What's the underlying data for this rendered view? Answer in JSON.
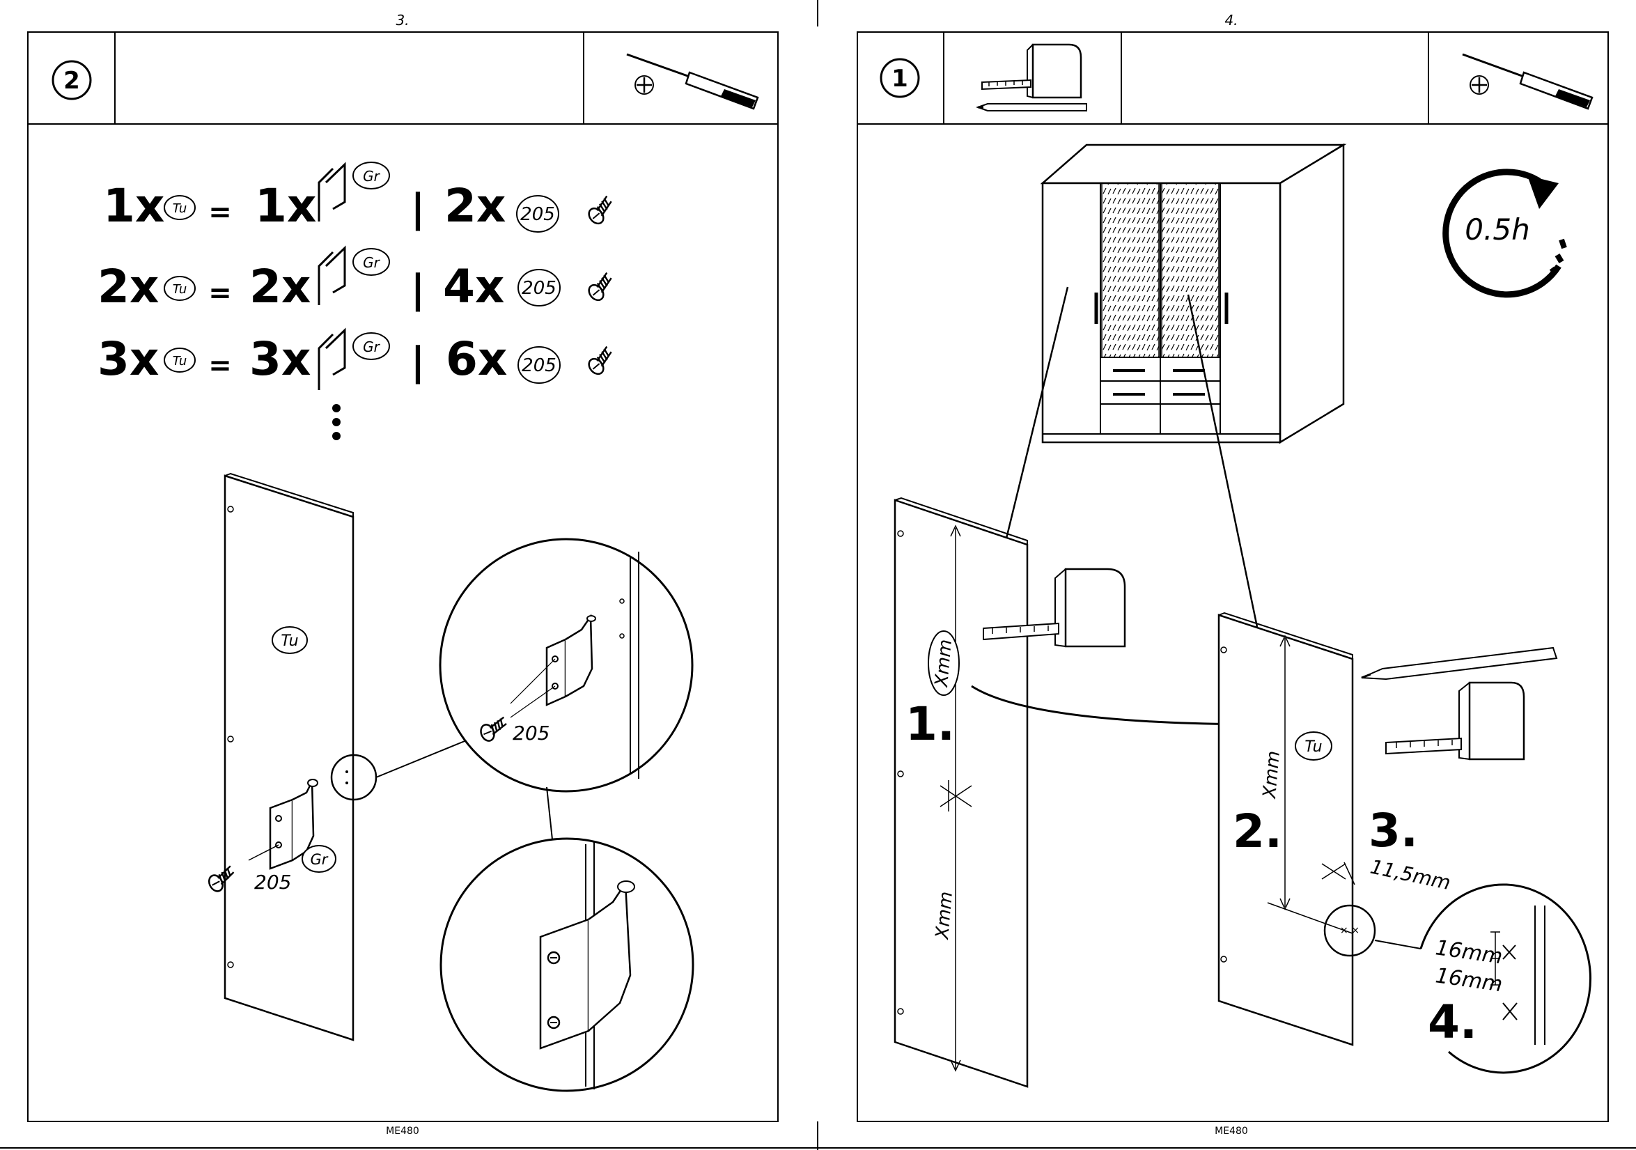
{
  "left_page": {
    "page_number": "3.",
    "step_number": "2",
    "footer_code": "ME480",
    "quantity_rows": [
      {
        "left_qty": "1x",
        "left_part": "Tu",
        "eq": "=",
        "right_qty": "1x",
        "right_part": "Gr",
        "sep": "|",
        "screw_qty": "2x",
        "screw_code": "205"
      },
      {
        "left_qty": "2x",
        "left_part": "Tu",
        "eq": "=",
        "right_qty": "2x",
        "right_part": "Gr",
        "sep": "|",
        "screw_qty": "4x",
        "screw_code": "205"
      },
      {
        "left_qty": "3x",
        "left_part": "Tu",
        "eq": "=",
        "right_qty": "3x",
        "right_part": "Gr",
        "sep": "|",
        "screw_qty": "6x",
        "screw_code": "205"
      }
    ],
    "panel_label": "Tu",
    "hinge_label": "Gr",
    "screw_label": "205",
    "zoom_screw_label": "205"
  },
  "right_page": {
    "page_number": "4.",
    "step_number": "1",
    "footer_code": "ME480",
    "time_estimate": "0.5h",
    "panel_label": "Tu",
    "steps": [
      "1.",
      "2.",
      "3.",
      "4."
    ],
    "measure_labels": {
      "xmm_a": "Xmm",
      "xmm_b": "Xmm",
      "xmm_c": "Xmm",
      "offset": "11,5mm",
      "spacing_1": "16mm",
      "spacing_2": "16mm"
    }
  },
  "icons": [
    "screwdriver-icon",
    "phillips-bit-icon",
    "tape-measure-icon",
    "pencil-icon",
    "clock-arrow-icon",
    "screw-icon"
  ]
}
